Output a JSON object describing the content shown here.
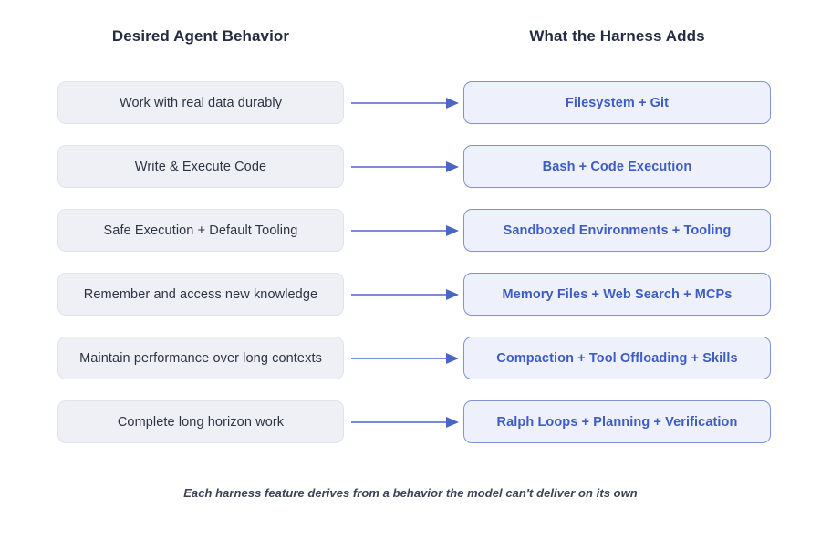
{
  "headings": {
    "left": "Desired Agent Behavior",
    "right": "What the Harness Adds"
  },
  "rows": [
    {
      "behavior": "Work with real data durably",
      "harness": "Filesystem + Git"
    },
    {
      "behavior": "Write & Execute Code",
      "harness": "Bash + Code Execution"
    },
    {
      "behavior": "Safe Execution + Default Tooling",
      "harness": "Sandboxed Environments + Tooling"
    },
    {
      "behavior": "Remember and access new knowledge",
      "harness": "Memory Files + Web Search + MCPs"
    },
    {
      "behavior": "Maintain performance over long contexts",
      "harness": "Compaction + Tool Offloading + Skills"
    },
    {
      "behavior": "Complete long horizon work",
      "harness": "Ralph Loops + Planning + Verification"
    }
  ],
  "caption": "Each harness feature derives from a behavior the model can't deliver on its own",
  "colors": {
    "background": "#ffffff",
    "heading_text": "#252b42",
    "behavior_box_fill": "#eef0f6",
    "behavior_box_border": "#dfe3ec",
    "behavior_text": "#2e3442",
    "harness_box_fill": "#eef1fb",
    "harness_box_border": "#7d93d4",
    "harness_text": "#3f5bc4",
    "arrow": "#4a66c4",
    "caption_text": "#3c4354"
  },
  "icons": {
    "arrow": "arrow-right-icon"
  }
}
